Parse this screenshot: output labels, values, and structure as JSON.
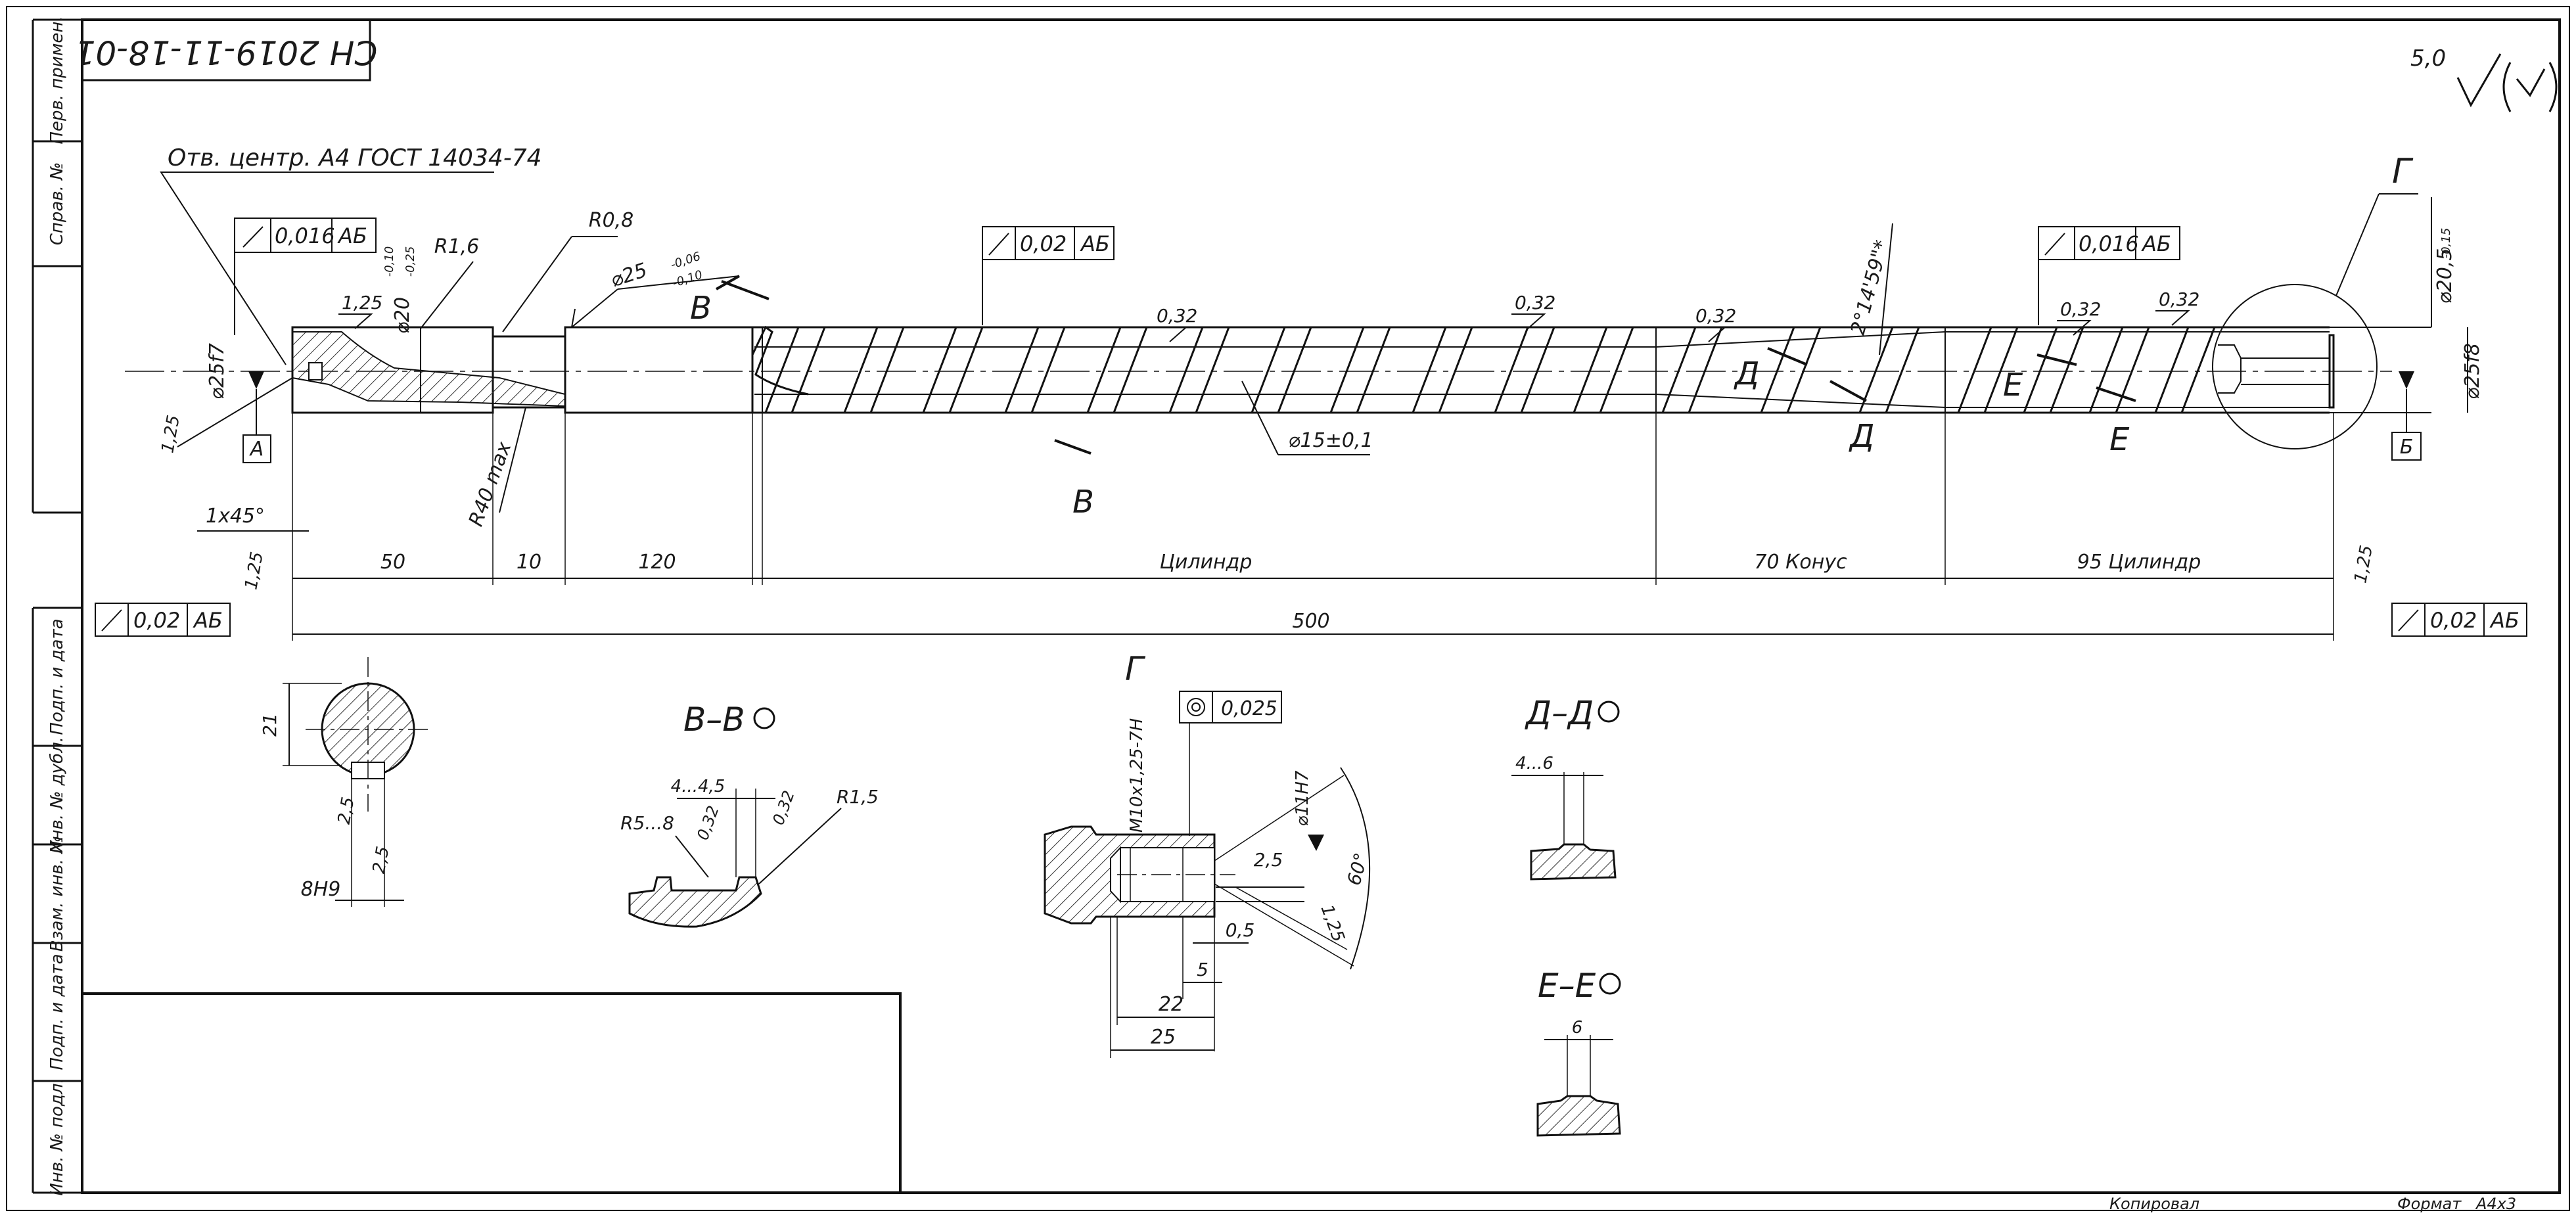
{
  "stamp": "СН 2019-11-18-01",
  "surface_finish": "5,0",
  "center_hole_note": "Отв. центр. А4 ГОСТ 14034-74",
  "side_columns": [
    "Перв. примен.",
    "Справ. №",
    "Подп. и дата",
    "Инв. № дубл.",
    "Взам. инв. №",
    "Подп. и дата",
    "Инв. № подл."
  ],
  "tolerance_frames": {
    "left_top": {
      "value": "0,016",
      "datum": "АБ"
    },
    "mid_top": {
      "value": "0,02",
      "datum": "АБ"
    },
    "right_top": {
      "value": "0,016",
      "datum": "АБ"
    },
    "bottom_left": {
      "value": "0,02",
      "datum": "АБ"
    },
    "bottom_right": {
      "value": "0,02",
      "datum": "АБ"
    },
    "detail_g": {
      "value": "0,025",
      "datum": ""
    }
  },
  "datums": {
    "a": "А",
    "b": "Б"
  },
  "main_view": {
    "diameters": [
      "⌀25f7",
      "⌀20",
      "-0,10",
      "-0,25",
      "⌀25",
      "-0,06",
      "-0,10",
      "⌀15±0,1",
      "⌀20,5",
      "-0,15",
      "⌀25f8"
    ],
    "radii": [
      "R1,6",
      "R0,8",
      "R40 max"
    ],
    "roughness": [
      "1,25",
      "0,32",
      "0,32",
      "0,32",
      "0,32",
      "0,32"
    ],
    "angle": "2°14'59\"*",
    "chamfer": "1х45°",
    "edge_values": [
      "1,25",
      "1,25",
      "1,25"
    ],
    "section_marks": [
      "В",
      "В",
      "Д",
      "Д",
      "Е",
      "Е"
    ],
    "detail_mark": "Г",
    "dims": [
      "50",
      "10",
      "120",
      "Цилиндр",
      "70 Конус",
      "95 Цилиндр",
      "500"
    ]
  },
  "section_key": {
    "height": "21",
    "depth": "2,5",
    "depth2": "2,5",
    "width": "8H9"
  },
  "section_vv": {
    "title": "В–В",
    "w": "4...4,5",
    "r1": "R5...8",
    "r2": "R1,5",
    "ra1": "0,32",
    "ra2": "0,32"
  },
  "detail_g": {
    "title": "Г",
    "thread": "M10х1,25-7H",
    "bore": "⌀11H7",
    "angle": "60°",
    "c1": "2,5",
    "c2": "0,5",
    "c3": "1,25",
    "d5": "5",
    "d22": "22",
    "d25": "25"
  },
  "section_dd": {
    "title": "Д–Д",
    "w": "4...6"
  },
  "section_ee": {
    "title": "Е–Е",
    "w": "6"
  },
  "title_block": {
    "copied": "Копировал",
    "format_label": "Формат",
    "format_value": "А4х3"
  }
}
